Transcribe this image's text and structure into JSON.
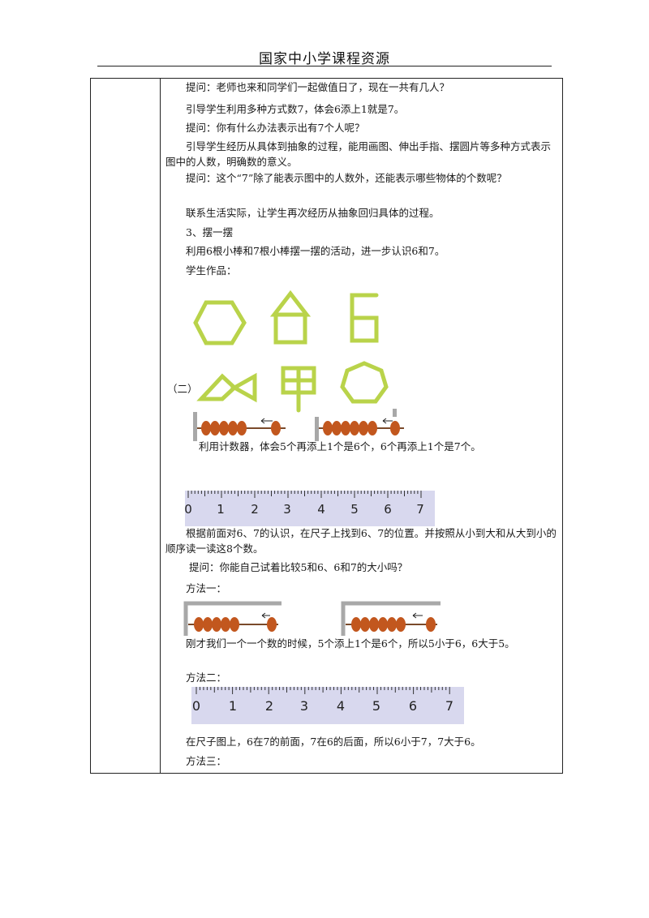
{
  "header": {
    "title": "国家中小学课程资源"
  },
  "paragraphs": {
    "p1": "提问：老师也来和同学们一起做值日了，现在一共有几人？",
    "p2": "引导学生利用多种方式数7，体会6添上1就是7。",
    "p3": "提问：你有什么办法表示出有7个人呢？",
    "p4": "引导学生经历从具体到抽象的过程，能用画图、伸出手指、摆圆片等多种方式表示图中的人数，明确数的意义。",
    "p5": "提问：这个“7”除了能表示图中的人数外，还能表示哪些物体的个数呢？",
    "p6": "联系生活实际，让学生再次经历从抽象回归具体的过程。",
    "p7": "3、摆一摆",
    "p8": "利用6根小棒和7根小棒摆一摆的活动，进一步认识6和7。",
    "p9": "学生作品：",
    "label_two": "（二）",
    "p10": "利用计数器，体会5个再添上1个是6个，6个再添上1个是7个。",
    "p11": "根据前面对6、7的认识，在尺子上找到6、7的位置。并按照从小到大和从大到小的顺序读一读这8个数。",
    "p12": "提问：你能自己试着比较5和6、6和7的大小吗？",
    "p13": "方法一：",
    "p14": "刚才我们一个一个数的时候，5个添上1个是6个，所以5小于6，6大于5。",
    "p15": "方法二：",
    "p16": "在尺子图上，6在7的前面，7在6的后面，所以6小于7，7大于6。",
    "p17": "方法三："
  },
  "ruler1": {
    "numbers": [
      "0",
      "1",
      "2",
      "3",
      "4",
      "5",
      "6",
      "7"
    ]
  },
  "ruler2": {
    "numbers": [
      "0",
      "1",
      "2",
      "3",
      "4",
      "5",
      "6",
      "7"
    ]
  },
  "colors": {
    "stick": "#b9d34a",
    "bead": "#c2571e",
    "ruler": "#d8d8ee",
    "frame": "#a8a8a8"
  }
}
